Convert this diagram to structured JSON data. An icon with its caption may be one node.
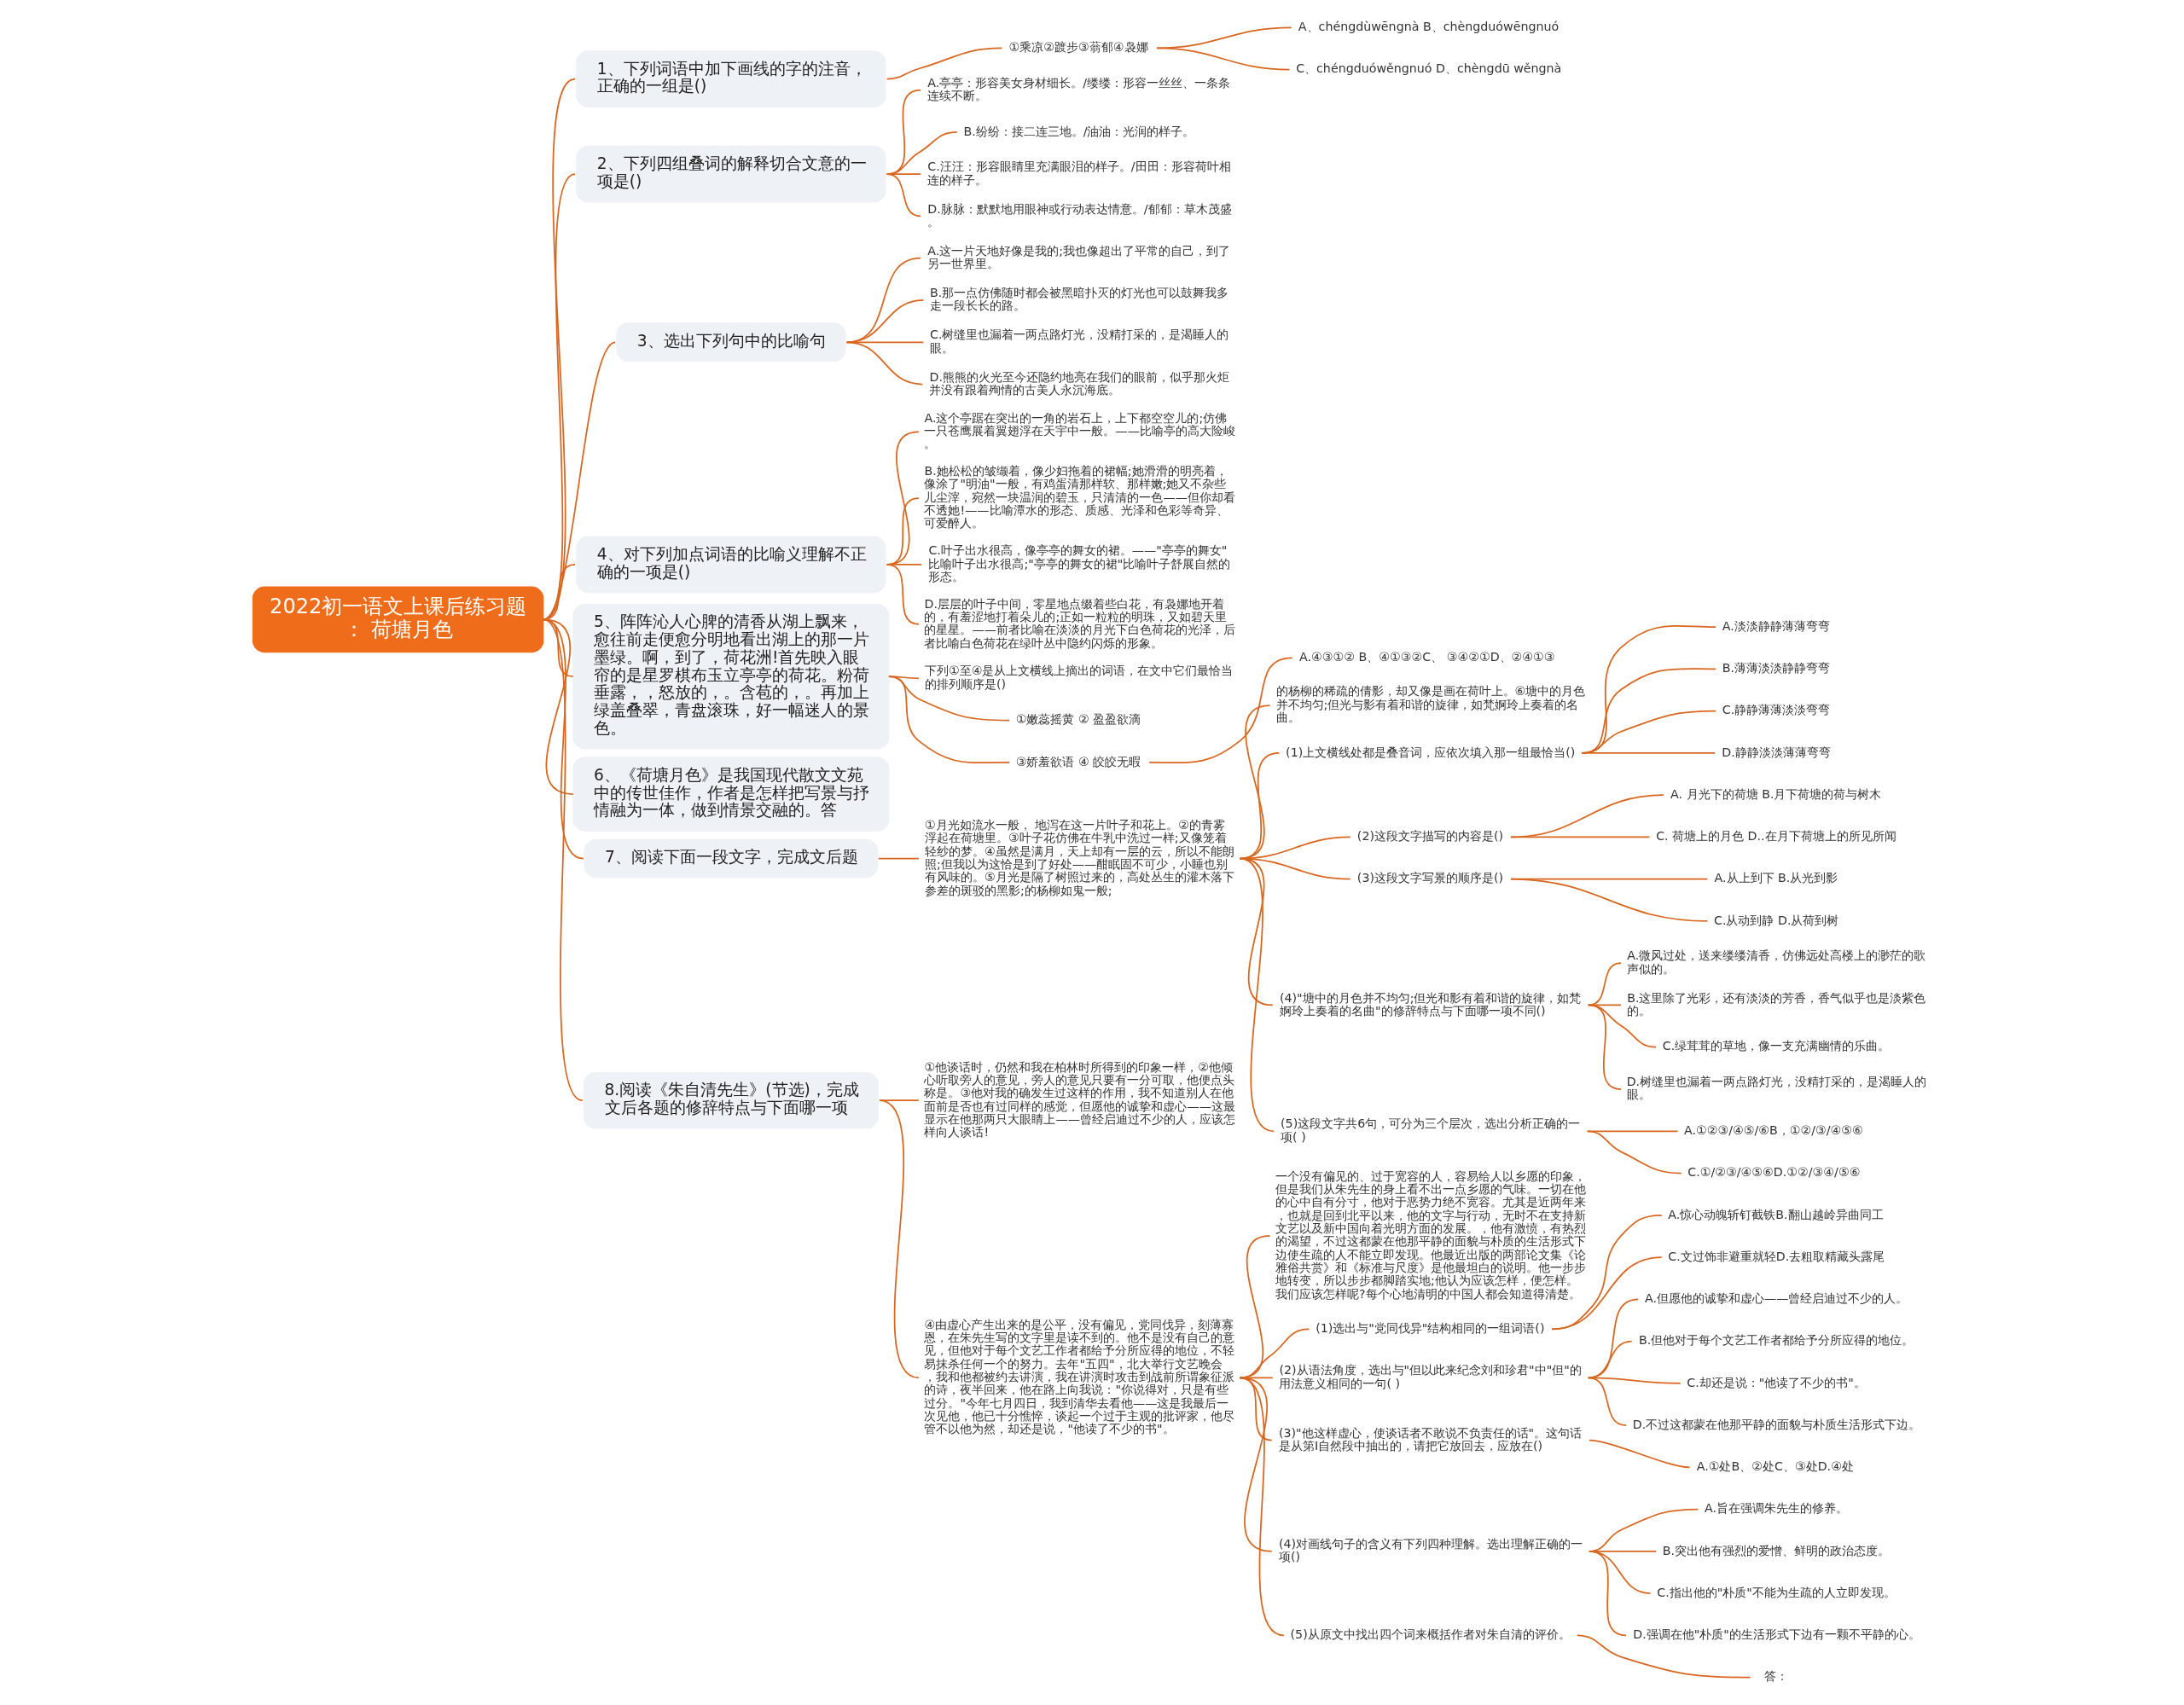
{
  "diagram": {
    "nodes": [
      {
        "text": [
          "2022初一语文上课后练习题： 荷塘月色"
        ]
      },
      {
        "text": [
          "1、下列词语中加下画线的字的注音，正确的一组是()"
        ]
      },
      {
        "text": [
          "①乘凉②踱步③蓊郁④袅娜"
        ]
      },
      {
        "text": [
          "A、chéngdùwēngnà B、chèngduówēngnuó"
        ]
      },
      {
        "text": [
          "C、chéngduówěngnuó D、chèngdū wěngnà"
        ]
      },
      {
        "text": [
          "2、下列四组叠词的解释切合文意的一项是()"
        ]
      },
      {
        "text": [
          "A.亭亭：形容美女身材细长。/缕缕：形容一丝丝、一条条连续不断。"
        ]
      },
      {
        "text": [
          "B.纷纷：接二连三地。/油油：光润的样子。"
        ]
      },
      {
        "text": [
          "C.汪汪：形容眼睛里充满眼泪的样子。/田田：形容荷叶相连的样子。"
        ]
      },
      {
        "text": [
          "D.脉脉：默默地用眼神或行动表达情意。/郁郁：草木茂盛。"
        ]
      },
      {
        "text": [
          "3、选出下列句中的比喻句"
        ]
      },
      {
        "text": [
          "A.这一片天地好像是我的;我也像超出了平常的自己，到了另一世界里。"
        ]
      },
      {
        "text": [
          "B.那一点仿佛随时都会被黑暗扑灭的灯光也可以鼓舞我多走一段长长的路。"
        ]
      },
      {
        "text": [
          "C.树缝里也漏着一两点路灯光，没精打采的，是渴睡人的眼。"
        ]
      },
      {
        "text": [
          "D.熊熊的火光至今还隐约地亮在我们的眼前，似乎那火炬并没有跟着殉情的古美人永沉海底。"
        ]
      },
      {
        "text": [
          "4、对下列加点词语的比喻义理解不正确的一项是()"
        ]
      },
      {
        "text": [
          "A.这个亭踞在突出的一角的岩石上，上下都空空儿的;仿佛一只苍鹰展着翼翅浮在天宇中一般。——比喻亭的高大险峻。"
        ]
      },
      {
        "text": [
          "B.她松松的皱缬着，像少妇拖着的裙幅;她滑滑的明亮着，像涂了\"明油\"一般，有鸡蛋清那样软、那样嫩;她又不杂些儿尘滓，宛然一块温润的碧玉，只清清的一色——但你却看不透她!——比喻潭水的形态、质感、光泽和色彩等奇异、可爱醉人。"
        ]
      },
      {
        "text": [
          "C.叶子出水很高，像亭亭的舞女的裙。——\"亭亭的舞女\"比喻叶子出水很高;\"亭亭的舞女的裙\"比喻叶子舒展自然的形态。"
        ]
      },
      {
        "text": [
          "D.层层的叶子中间，零星地点缀着些白花，有袅娜地开着的，有羞涩地打着朵儿的;正如一粒粒的明珠，又如碧天里的星星。——前者比喻在淡淡的月光下白色荷花的光泽，后者比喻白色荷花在绿叶丛中隐约闪烁的形象。"
        ]
      },
      {
        "text": [
          "5、阵阵沁人心脾的清香从湖上飘来，愈往前走便愈分明地看出湖上的那一片墨绿。啊，到了，荷花洲!首先映入眼帘的是星罗棋布玉立亭亭的荷花。粉荷垂露，，怒放的，。含苞的，。再加上绿盖叠翠，青盘滚珠，好一幅迷人的景色。"
        ]
      },
      {
        "text": [
          "下列①至④是从上文横线上摘出的词语，在文中它们最恰当的排列顺序是()"
        ]
      },
      {
        "text": [
          "①嫩蕊摇黄 ② 盈盈欲滴"
        ]
      },
      {
        "text": [
          "③娇羞欲语 ④ 皎皎无暇"
        ]
      },
      {
        "text": [
          "A.④③①② B、④①③②C、 ③④②①D、②④①③"
        ]
      },
      {
        "text": [
          "6、《荷塘月色》是我国现代散文文苑中的传世佳作，作者是怎样把写景与抒情融为一体，做到情景交融的。答"
        ]
      },
      {
        "text": [
          "7、阅读下面一段文字，完成文后题"
        ]
      },
      {
        "text": [
          "①月光如流水一般， 地泻在这一片叶子和花上。②的青雾浮起在荷塘里。③叶子花仿佛在牛乳中洗过一样;又像笼着轻纱的梦。④虽然是满月，天上却有一层的云，所以不能朗照;但我以为这恰是到了好处——酣眠固不可少，小睡也别有风味的。⑤月光是隔了树照过来的，高处丛生的灌木落下参差的斑驳的黑影;的杨柳如鬼一般;"
        ]
      },
      {
        "text": [
          "的杨柳的稀疏的倩影，却又像是画在荷叶上。⑥塘中的月色并不均匀;但光与影有着和谐的旋律，如梵婀玲上奏着的名曲。"
        ]
      },
      {
        "text": [
          "(1)上文横线处都是叠音词，应依次填入那一组最恰当()"
        ]
      },
      {
        "text": [
          "A.淡淡静静薄薄弯弯"
        ]
      },
      {
        "text": [
          "B.薄薄淡淡静静弯弯"
        ]
      },
      {
        "text": [
          "C.静静薄薄淡淡弯弯"
        ]
      },
      {
        "text": [
          "D.静静淡淡薄薄弯弯"
        ]
      },
      {
        "text": [
          "(2)这段文字描写的内容是()"
        ]
      },
      {
        "text": [
          "A. 月光下的荷塘 B.月下荷塘的荷与树木"
        ]
      },
      {
        "text": [
          "C. 荷塘上的月色 D..在月下荷塘上的所见所闻"
        ]
      },
      {
        "text": [
          "(3)这段文字写景的顺序是()"
        ]
      },
      {
        "text": [
          "A.从上到下 B.从光到影"
        ]
      },
      {
        "text": [
          "C.从动到静 D.从荷到树"
        ]
      },
      {
        "text": [
          "(4)\"塘中的月色并不均匀;但光和影有着和谐的旋律，如梵婀玲上奏着的名曲\"的修辞特点与下面哪一项不同()"
        ]
      },
      {
        "text": [
          "A.微风过处，送来缕缕清香，仿佛远处高楼上的渺茫的歌声似的。"
        ]
      },
      {
        "text": [
          "B.这里除了光彩，还有淡淡的芳香，香气似乎也是淡紫色的。"
        ]
      },
      {
        "text": [
          "C.绿茸茸的草地，像一支充满幽情的乐曲。"
        ]
      },
      {
        "text": [
          "D.树缝里也漏着一两点路灯光，没精打采的，是渴睡人的眼。"
        ]
      },
      {
        "text": [
          "(5)这段文字共6句，可分为三个层次，选出分析正确的一项( )"
        ]
      },
      {
        "text": [
          "A.①②③/④⑤/⑥B，①②/③/④⑤⑥"
        ]
      },
      {
        "text": [
          "C.①/②③/④⑤⑥D.①②/③④/⑤⑥"
        ]
      },
      {
        "text": [
          "8.阅读《朱自清先生》(节选)，完成文后各题的修辞特点与下面哪一项"
        ]
      },
      {
        "text": [
          "①他谈话时，仍然和我在柏林时所得到的印象一样，②他倾心听取旁人的意见，旁人的意见只要有一分可取，他便点头称是。③他对我的确发生过这样的作用，我不知道别人在他面前是否也有过同样的感觉，但愿他的诚挚和虚心——这最显示在他那两只大眼睛上——曾经启迪过不少的人，应该怎样向人谈话!"
        ]
      },
      {
        "text": [
          "④由虚心产生出来的是公平，没有偏见，党同伐异，刻薄寡恩，在朱先生写的文字里是读不到的。他不是没有自己的意见，但他对于每个文艺工作者都给予分所应得的地位，不轻易抹杀任何一个的努力。去年\"五四\"，北大举行文艺晚会，我和他都被约去讲演，我在讲演时攻击到战前所谓象征派的诗，夜半回来，他在路上向我说：\"你说得对，只是有些过分。\"今年七月四日，我到清华去看他——这是我最后一次见他，他已十分憔悴，谈起一个过于主观的批评家，他尽管不以他为然，却还是说，\"他读了不少的书\"。"
        ]
      },
      {
        "text": [
          "一个没有偏见的、过于宽容的人，容易给人以乡愿的印象，但是我们从朱先生的身上看不出一点乡愿的气味。一切在他的心中自有分寸，他对于恶势力绝不宽容。尤其是近两年来，也就是回到北平以来，他的文字与行动，无时不在支持新文艺以及新中国向着光明方面的发展。，他有激愤，有热烈的渴望，不过这都蒙在他那平静的面貌与朴质的生活形式下边使生疏的人不能立即发现。他最近出版的两部论文集《论雅俗共赏》和《标准与尺度》是他最坦白的说明。他一步步地转变，所以步步都脚踏实地;他认为应该怎样，便怎样。我们应该怎样呢?每个心地清明的中国人都会知道得清楚。"
        ]
      },
      {
        "text": [
          "(1)选出与\"党同伐异\"结构相同的一组词语()"
        ]
      },
      {
        "text": [
          "A.惊心动魄斩钉截铁B.翻山越岭异曲同工"
        ]
      },
      {
        "text": [
          "C.文过饰非避重就轻D.去粗取精藏头露尾"
        ]
      },
      {
        "text": [
          "(2)从语法角度，选出与\"但以此来纪念刘和珍君\"中\"但\"的用法意义相同的一句( )"
        ]
      },
      {
        "text": [
          "A.但愿他的诚挚和虚心——曾经启迪过不少的人。"
        ]
      },
      {
        "text": [
          "B.但他对于每个文艺工作者都给予分所应得的地位。"
        ]
      },
      {
        "text": [
          "C.却还是说：\"他读了不少的书\"。"
        ]
      },
      {
        "text": [
          "D.不过这都蒙在他那平静的面貌与朴质生活形式下边。"
        ]
      },
      {
        "text": [
          "(3)\"他这样虚心，使谈话者不敢说不负责任的话\"。这句话是从第Ⅰ自然段中抽出的，请把它放回去，应放在()"
        ]
      },
      {
        "text": [
          "A.①处B、②处C、③处D.④处"
        ]
      },
      {
        "text": [
          "(4)对画线句子的含义有下列四种理解。选出理解正确的一项()"
        ]
      },
      {
        "text": [
          "A.旨在强调朱先生的修养。"
        ]
      },
      {
        "text": [
          "B.突出他有强烈的爱憎、鲜明的政治态度。"
        ]
      },
      {
        "text": [
          "C.指出他的\"朴质\"不能为生疏的人立即发现。"
        ]
      },
      {
        "text": [
          "D.强调在他\"朴质\"的生活形式下边有一颗不平静的心。"
        ]
      },
      {
        "text": [
          "(5)从原文中找出四个词来概括作者对朱自清的评价。"
        ]
      },
      {
        "text": [
          "答："
        ]
      }
    ],
    "edges": [
      {
        "from": 0,
        "to": 1,
        "arrow": "none"
      },
      {
        "from": 1,
        "to": 2,
        "arrow": "none"
      },
      {
        "from": 2,
        "to": 3,
        "arrow": "none"
      },
      {
        "from": 2,
        "to": 4,
        "arrow": "none"
      },
      {
        "from": 0,
        "to": 5,
        "arrow": "none"
      },
      {
        "from": 5,
        "to": 6,
        "arrow": "none"
      },
      {
        "from": 5,
        "to": 7,
        "arrow": "none"
      },
      {
        "from": 5,
        "to": 8,
        "arrow": "none"
      },
      {
        "from": 5,
        "to": 9,
        "arrow": "none"
      },
      {
        "from": 0,
        "to": 10,
        "arrow": "none"
      },
      {
        "from": 10,
        "to": 11,
        "arrow": "none"
      },
      {
        "from": 10,
        "to": 12,
        "arrow": "none"
      },
      {
        "from": 10,
        "to": 13,
        "arrow": "none"
      },
      {
        "from": 10,
        "to": 14,
        "arrow": "none"
      },
      {
        "from": 0,
        "to": 15,
        "arrow": "none"
      },
      {
        "from": 15,
        "to": 16,
        "arrow": "none"
      },
      {
        "from": 15,
        "to": 17,
        "arrow": "none"
      },
      {
        "from": 15,
        "to": 18,
        "arrow": "none"
      },
      {
        "from": 15,
        "to": 19,
        "arrow": "none"
      },
      {
        "from": 0,
        "to": 20,
        "arrow": "none"
      },
      {
        "from": 20,
        "to": 21,
        "arrow": "none"
      },
      {
        "from": 20,
        "to": 22,
        "arrow": "none"
      },
      {
        "from": 20,
        "to": 23,
        "arrow": "none"
      },
      {
        "from": 23,
        "to": 24,
        "arrow": "none"
      },
      {
        "from": 0,
        "to": 25,
        "arrow": "none"
      },
      {
        "from": 0,
        "to": 26,
        "arrow": "none"
      },
      {
        "from": 26,
        "to": 27,
        "arrow": "none"
      },
      {
        "from": 27,
        "to": 28,
        "arrow": "none"
      },
      {
        "from": 27,
        "to": 29,
        "arrow": "none"
      },
      {
        "from": 29,
        "to": 30,
        "arrow": "none"
      },
      {
        "from": 29,
        "to": 31,
        "arrow": "none"
      },
      {
        "from": 29,
        "to": 32,
        "arrow": "none"
      },
      {
        "from": 29,
        "to": 33,
        "arrow": "none"
      },
      {
        "from": 27,
        "to": 34,
        "arrow": "none"
      },
      {
        "from": 34,
        "to": 35,
        "arrow": "none"
      },
      {
        "from": 34,
        "to": 36,
        "arrow": "none"
      },
      {
        "from": 27,
        "to": 37,
        "arrow": "none"
      },
      {
        "from": 37,
        "to": 38,
        "arrow": "none"
      },
      {
        "from": 37,
        "to": 39,
        "arrow": "none"
      },
      {
        "from": 27,
        "to": 40,
        "arrow": "none"
      },
      {
        "from": 40,
        "to": 41,
        "arrow": "none"
      },
      {
        "from": 40,
        "to": 42,
        "arrow": "none"
      },
      {
        "from": 40,
        "to": 43,
        "arrow": "none"
      },
      {
        "from": 40,
        "to": 44,
        "arrow": "none"
      },
      {
        "from": 27,
        "to": 45,
        "arrow": "none"
      },
      {
        "from": 45,
        "to": 46,
        "arrow": "none"
      },
      {
        "from": 45,
        "to": 47,
        "arrow": "none"
      },
      {
        "from": 0,
        "to": 48,
        "arrow": "none"
      },
      {
        "from": 48,
        "to": 49,
        "arrow": "none"
      },
      {
        "from": 48,
        "to": 50,
        "arrow": "none"
      },
      {
        "from": 50,
        "to": 51,
        "arrow": "none"
      },
      {
        "from": 50,
        "to": 52,
        "arrow": "none"
      },
      {
        "from": 52,
        "to": 53,
        "arrow": "none"
      },
      {
        "from": 52,
        "to": 54,
        "arrow": "none"
      },
      {
        "from": 50,
        "to": 55,
        "arrow": "none"
      },
      {
        "from": 55,
        "to": 56,
        "arrow": "none"
      },
      {
        "from": 55,
        "to": 57,
        "arrow": "none"
      },
      {
        "from": 55,
        "to": 58,
        "arrow": "none"
      },
      {
        "from": 55,
        "to": 59,
        "arrow": "none"
      },
      {
        "from": 50,
        "to": 60,
        "arrow": "none"
      },
      {
        "from": 60,
        "to": 61,
        "arrow": "none"
      },
      {
        "from": 50,
        "to": 62,
        "arrow": "none"
      },
      {
        "from": 62,
        "to": 63,
        "arrow": "none"
      },
      {
        "from": 62,
        "to": 64,
        "arrow": "none"
      },
      {
        "from": 62,
        "to": 65,
        "arrow": "none"
      },
      {
        "from": 62,
        "to": 66,
        "arrow": "none"
      },
      {
        "from": 50,
        "to": 67,
        "arrow": "none"
      },
      {
        "from": 67,
        "to": 68,
        "arrow": "none"
      }
    ]
  }
}
